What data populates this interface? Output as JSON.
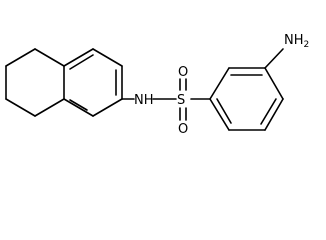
{
  "structure": {
    "atoms": {
      "amine": {
        "main": "H",
        "sub": "2",
        "prefix": "N"
      },
      "sulfonamide_nh": "NH",
      "sulfur": "S",
      "oxygen_top": "O",
      "oxygen_bottom": "O"
    }
  },
  "colors": {
    "ink": "#000000",
    "background": "#ffffff"
  }
}
